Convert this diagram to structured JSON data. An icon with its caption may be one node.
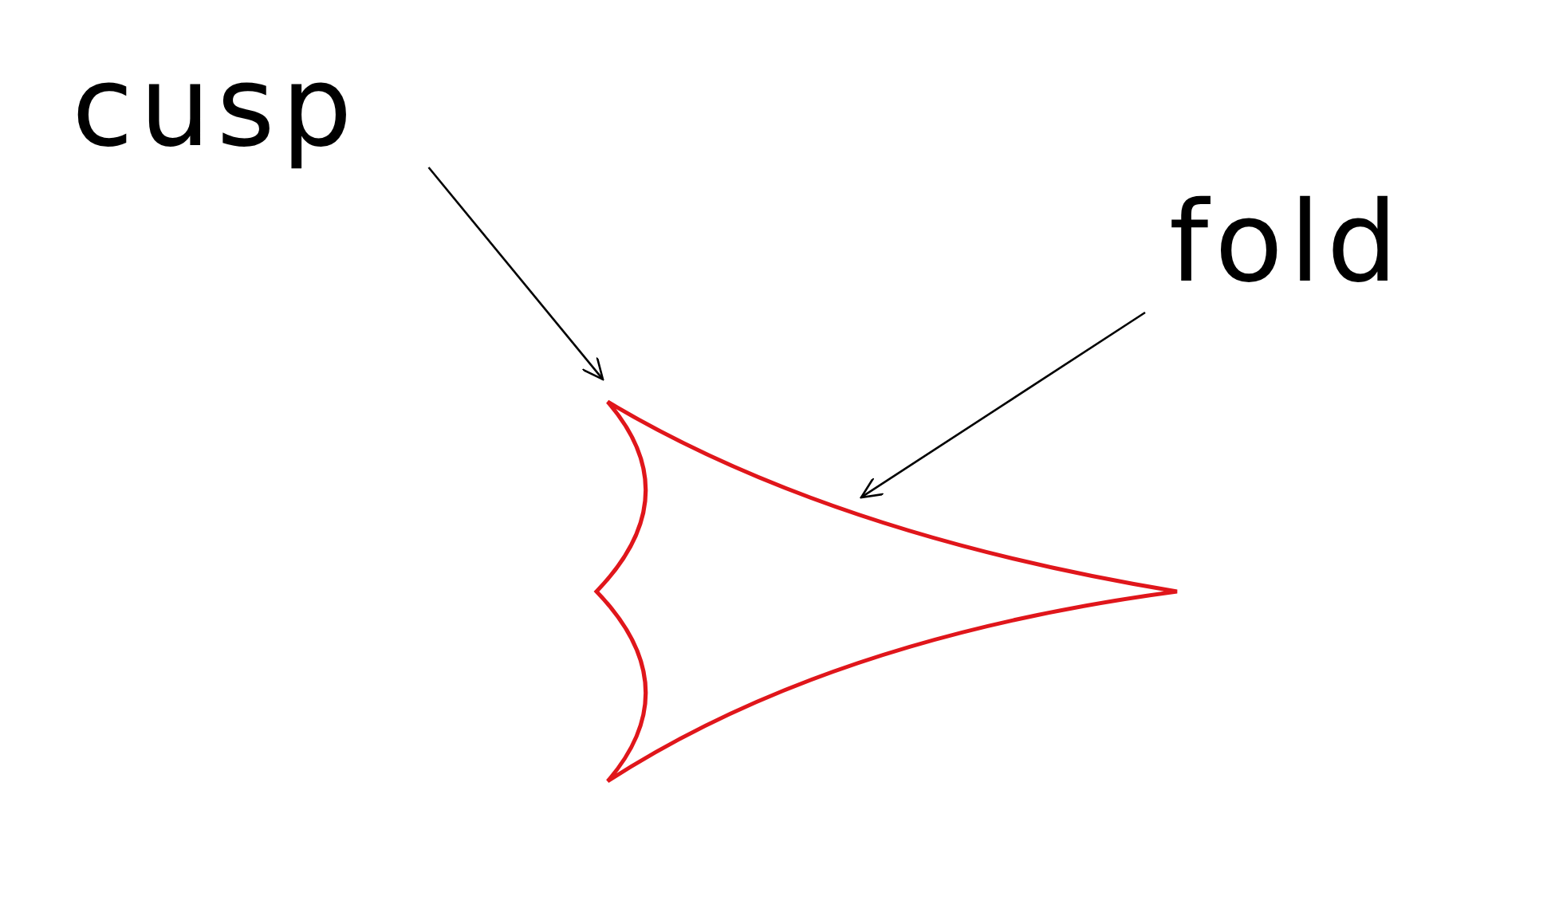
{
  "diagram": {
    "nodes": [
      {
        "text": [
          "cusp"
        ]
      },
      {
        "text": [
          "fold"
        ]
      },
      {
        "text": [],
        "shape": "curve"
      }
    ],
    "edges": [
      {
        "from": 0,
        "to": 2,
        "arrow": "to"
      },
      {
        "from": 1,
        "to": 2,
        "arrow": "to"
      }
    ]
  }
}
